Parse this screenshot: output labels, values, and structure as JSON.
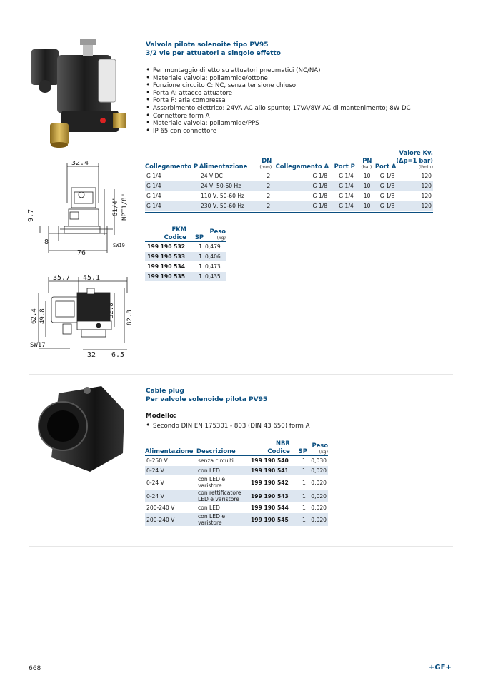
{
  "product1": {
    "title1": "Valvola pilota solenoite tipo PV95",
    "title2": "3/2 vie per attuatori a singolo effetto",
    "bullets": [
      "Per montaggio diretto su attuatori pneumatici (NC/NA)",
      "Materiale valvola: poliammide/ottone",
      "Funzione circuito C: NC, senza tensione chiuso",
      "Porta A: attacco attuatore",
      "Porta P: aria compressa",
      "Assorbimento elettrico: 24VA AC allo spunto; 17VA/8W AC di mantenimento; 8W DC",
      "Connettore form A",
      "Materiale valvola: poliammide/PPS",
      "IP 65 con connettore"
    ],
    "table_headers": {
      "coll_p": "Collegamento P",
      "alim": "Alimentazione",
      "dn": "DN",
      "dn_unit": "(mm)",
      "coll_a": "Collegamento A",
      "port_p": "Port P",
      "pn": "PN",
      "pn_unit": "(bar)",
      "port_a": "Port A",
      "kv1": "Valore Kv.",
      "kv2": "(Δp=1 bar)",
      "kv_unit": "(l/min)"
    },
    "rows": [
      {
        "coll_p": "G 1/4",
        "alim": "24 V DC",
        "dn": "2",
        "coll_a": "G 1/8",
        "port_p": "G 1/4",
        "pn": "10",
        "port_a": "G 1/8",
        "kv": "120"
      },
      {
        "coll_p": "G 1/4",
        "alim": "24 V, 50-60 Hz",
        "dn": "2",
        "coll_a": "G 1/8",
        "port_p": "G 1/4",
        "pn": "10",
        "port_a": "G 1/8",
        "kv": "120"
      },
      {
        "coll_p": "G 1/4",
        "alim": "110 V, 50-60 Hz",
        "dn": "2",
        "coll_a": "G 1/8",
        "port_p": "G 1/4",
        "pn": "10",
        "port_a": "G 1/8",
        "kv": "120"
      },
      {
        "coll_p": "G 1/4",
        "alim": "230 V, 50-60 Hz",
        "dn": "2",
        "coll_a": "G 1/8",
        "port_p": "G 1/4",
        "pn": "10",
        "port_a": "G 1/8",
        "kv": "120"
      }
    ],
    "code_headers": {
      "fkm": "FKM",
      "codice": "Codice",
      "sp": "SP",
      "peso": "Peso",
      "peso_unit": "(kg)"
    },
    "codes": [
      {
        "code": "199 190 532",
        "sp": "1",
        "peso": "0,479"
      },
      {
        "code": "199 190 533",
        "sp": "1",
        "peso": "0,406"
      },
      {
        "code": "199 190 534",
        "sp": "1",
        "peso": "0,473"
      },
      {
        "code": "199 190 535",
        "sp": "1",
        "peso": "0,435"
      }
    ],
    "dims": {
      "d1": "32.4",
      "d2": "G1/4\"",
      "d3": "NPT1/8\"",
      "d4": "9.7",
      "d5": "8",
      "d6": "76",
      "d7": "SW19",
      "e1": "35.7",
      "e2": "45.1",
      "e3": "62.4",
      "e4": "49.8",
      "e5": "52.8",
      "e6": "82.8",
      "e7": "SW17",
      "e8": "32",
      "e9": "6.5"
    }
  },
  "product2": {
    "title1": "Cable plug",
    "title2": "Per valvole solenoide pilota PV95",
    "model_label": "Modello:",
    "bullets": [
      "Secondo DIN EN 175301 - 803 (DIN 43 650) form A"
    ],
    "headers": {
      "alim": "Alimentazione",
      "descr": "Descrizione",
      "nbr": "NBR",
      "codice": "Codice",
      "sp": "SP",
      "peso": "Peso",
      "peso_unit": "(kg)"
    },
    "rows": [
      {
        "alim": "0-250 V",
        "descr": "senza circuiti",
        "code": "199 190 540",
        "sp": "1",
        "peso": "0,030"
      },
      {
        "alim": "0-24 V",
        "descr": "con LED",
        "code": "199 190 541",
        "sp": "1",
        "peso": "0,020"
      },
      {
        "alim": "0-24 V",
        "descr": "con LED e varistore",
        "code": "199 190 542",
        "sp": "1",
        "peso": "0,020"
      },
      {
        "alim": "0-24 V",
        "descr": "con rettificatore LED e varistore",
        "code": "199 190 543",
        "sp": "1",
        "peso": "0,020"
      },
      {
        "alim": "200-240 V",
        "descr": "con LED",
        "code": "199 190 544",
        "sp": "1",
        "peso": "0,020"
      },
      {
        "alim": "200-240 V",
        "descr": "con LED e varistore",
        "code": "199 190 545",
        "sp": "1",
        "peso": "0,020"
      }
    ]
  },
  "footer": {
    "page": "668",
    "logo": "+GF+"
  },
  "colors": {
    "accent": "#0b4f80",
    "row_shade": "#dde6f0",
    "brass": "#c9a23a"
  }
}
